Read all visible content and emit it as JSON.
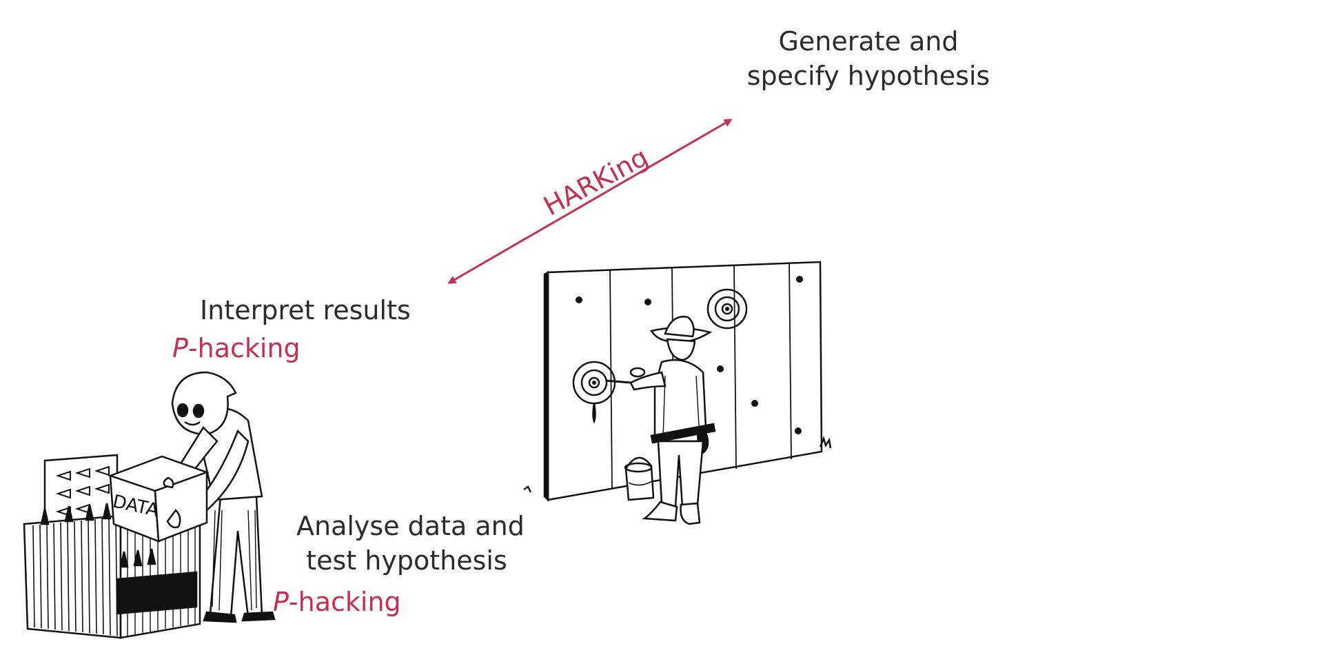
{
  "labels": {
    "generate_line1": "Generate and",
    "generate_line2": "specify hypothesis",
    "interpret": "Interpret results",
    "phacking_p": "P",
    "phacking_rest": "-hacking",
    "analyse_line1": "Analyse data and",
    "analyse_line2": "test hypothesis",
    "harking": "HARKing",
    "data_box": "DATA"
  },
  "colors": {
    "text": "#2b2b2b",
    "accent": "#c4304f",
    "ink": "#111111"
  },
  "icons": {
    "hooded-figure": "hooded-figure-illustration",
    "spiked-box": "spiked-box-illustration",
    "data-crate": "data-crate-illustration",
    "fence": "wooden-fence-illustration",
    "cowboy": "cowboy-painting-target-illustration",
    "harking-arrow": "double-headed-arrow"
  }
}
